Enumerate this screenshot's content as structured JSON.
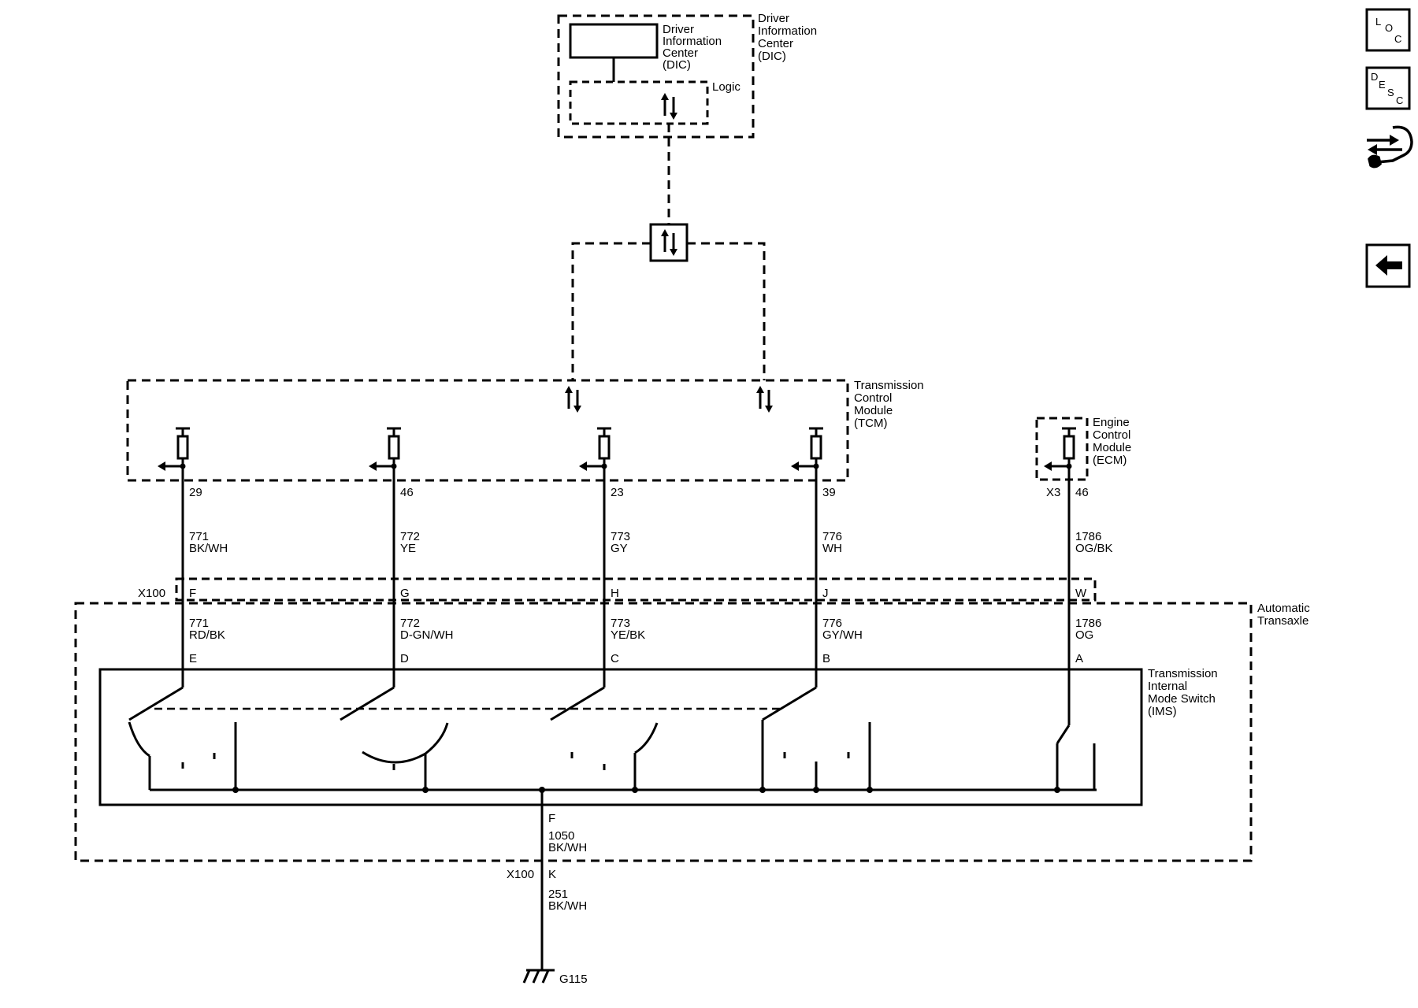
{
  "dic": {
    "title": [
      "Driver",
      "Information",
      "Center",
      "(DIC)"
    ],
    "display": [
      "Driver",
      "Information",
      "Center",
      "(DIC)"
    ],
    "logic": "Logic"
  },
  "tcm": {
    "title": [
      "Transmission",
      "Control",
      "Module",
      "(TCM)"
    ]
  },
  "ecm": {
    "title": [
      "Engine",
      "Control",
      "Module",
      "(ECM)"
    ],
    "connector": "X3"
  },
  "transaxle": {
    "title": [
      "Automatic",
      "Transaxle"
    ]
  },
  "ims": {
    "title": [
      "Transmission",
      "Internal",
      "Mode Switch",
      "(IMS)"
    ]
  },
  "connector_x100": "X100",
  "circuits": [
    {
      "pin": "29",
      "upper_circuit": "771",
      "upper_color": "BK/WH",
      "x100_pin": "F",
      "lower_circuit": "771",
      "lower_color": "RD/BK",
      "ims_pin": "E"
    },
    {
      "pin": "46",
      "upper_circuit": "772",
      "upper_color": "YE",
      "x100_pin": "G",
      "lower_circuit": "772",
      "lower_color": "D-GN/WH",
      "ims_pin": "D"
    },
    {
      "pin": "23",
      "upper_circuit": "773",
      "upper_color": "GY",
      "x100_pin": "H",
      "lower_circuit": "773",
      "lower_color": "YE/BK",
      "ims_pin": "C"
    },
    {
      "pin": "39",
      "upper_circuit": "776",
      "upper_color": "WH",
      "x100_pin": "J",
      "lower_circuit": "776",
      "lower_color": "GY/WH",
      "ims_pin": "B"
    },
    {
      "pin": "46",
      "upper_circuit": "1786",
      "upper_color": "OG/BK",
      "x100_pin": "W",
      "lower_circuit": "1786",
      "lower_color": "OG",
      "ims_pin": "A"
    }
  ],
  "ground": {
    "ims_pin": "F",
    "circuit1": "1050",
    "color1": "BK/WH",
    "x100_pin": "K",
    "circuit2": "251",
    "color2": "BK/WH",
    "ground_id": "G115"
  },
  "nav": {
    "loc": [
      "L",
      "O",
      "C"
    ],
    "desc": [
      "D",
      "E",
      "S",
      "C"
    ],
    "icons": [
      "loc-icon",
      "desc-icon",
      "wrench-diagnostic-icon",
      "back-arrow-icon"
    ]
  }
}
